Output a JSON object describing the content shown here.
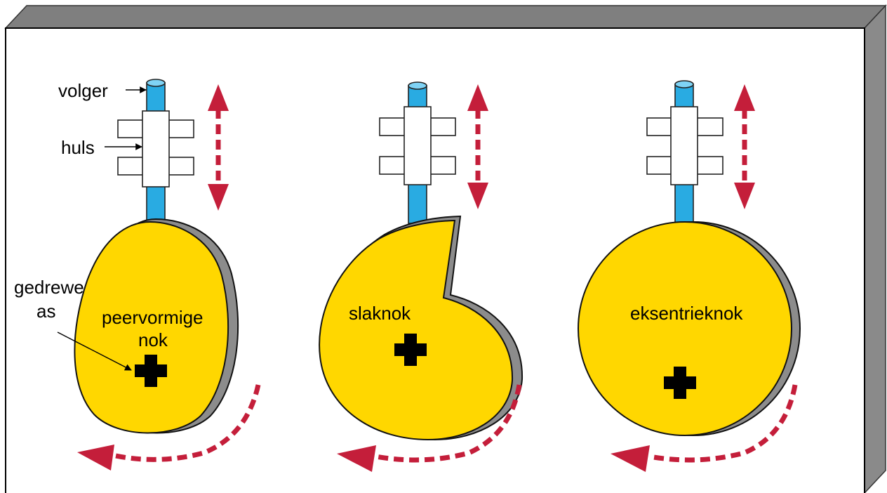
{
  "labels": {
    "follower": "volger",
    "sleeve": "huls",
    "shaft_line1": "gedrewe",
    "shaft_line2": "as",
    "pear_line1": "peervormige",
    "pear_line2": "nok",
    "snail": "slaknok",
    "eccentric": "eksentrieknok"
  },
  "colors": {
    "cam_yellow": "#ffd700",
    "follower_blue": "#29abe2",
    "arrow_red": "#c41e3a",
    "panel_grey": "#7f7f7f",
    "shadow_grey": "#8c8c8c"
  },
  "icons": {
    "shaft": "cross-shaft-icon",
    "linear_motion": "double-headed-arrow-icon",
    "rotation": "curved-rotation-arrow-icon"
  }
}
